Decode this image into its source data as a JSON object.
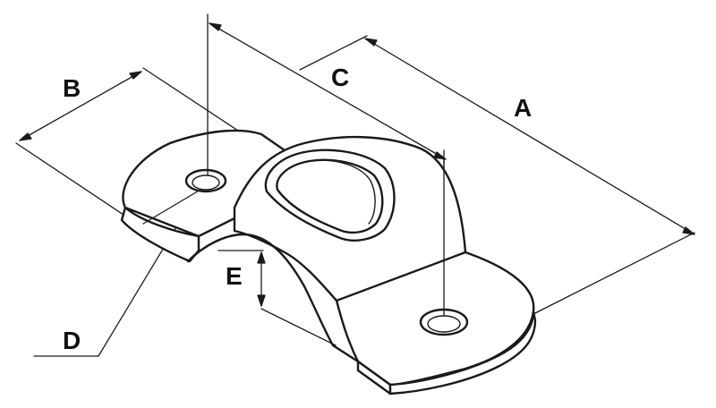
{
  "labels": {
    "a": "A",
    "b": "B",
    "c": "C",
    "d": "D",
    "e": "E"
  },
  "colors": {
    "line": "#1a1a1a",
    "background": "#ffffff",
    "fill": "#ffffff"
  }
}
